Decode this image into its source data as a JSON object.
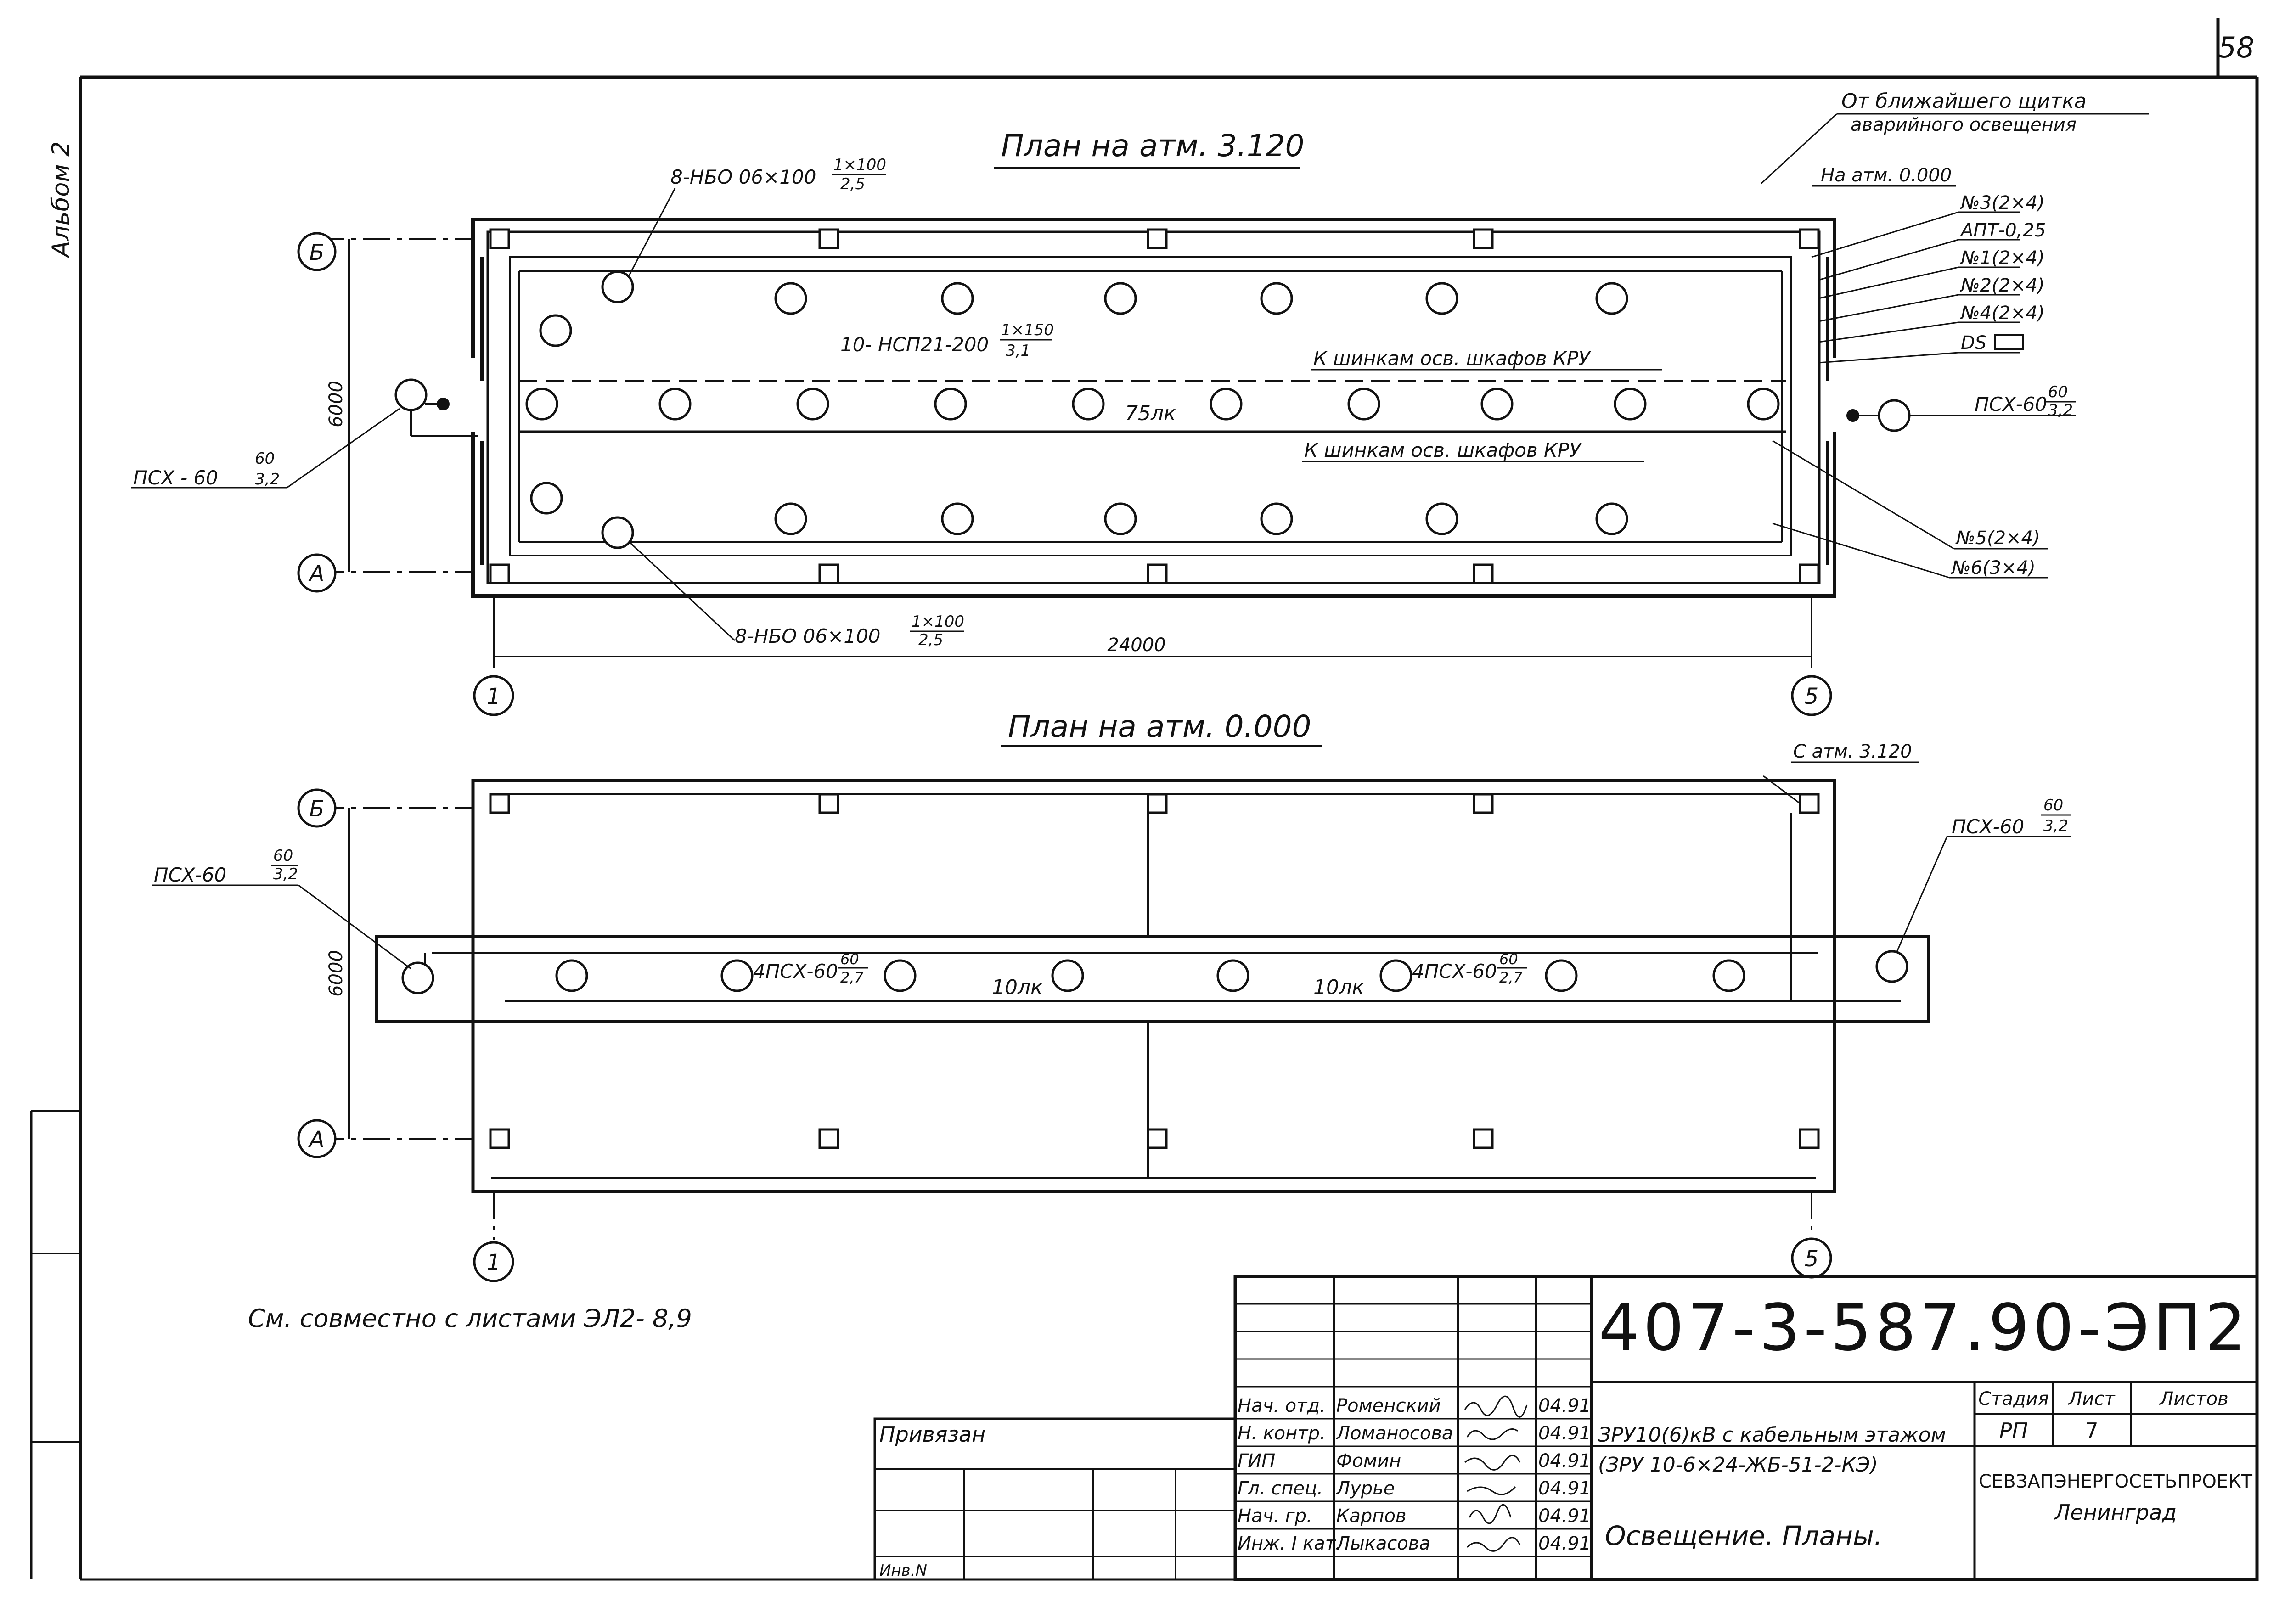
{
  "sheet": {
    "page_number": "58",
    "album_label": "Альбом 2",
    "note": "См. совместно с листами ЭЛ2- 8,9",
    "inv_label": "Инв.N",
    "privyazan": "Привязан"
  },
  "plan_top": {
    "title": "План на атм. 3.120",
    "axis_b": "Б",
    "axis_a": "А",
    "axis_1": "1",
    "axis_5": "5",
    "dim_width": "24000",
    "dim_height": "6000",
    "lamp_top": "8-НБО 06×100",
    "lamp_top_frac_num": "1×100",
    "lamp_top_frac_den": "2,5",
    "lamp_bottom": "8-НБО 06×100",
    "lamp_bottom_frac_num": "1×100",
    "lamp_bottom_frac_den": "2,5",
    "lamp_center": "10- НСП21-200",
    "lamp_center_frac_num": "1×150",
    "lamp_center_frac_den": "3,1",
    "lux": "75лк",
    "bus_upper": "К шинкам осв. шкафов КРУ",
    "bus_lower": "К шинкам осв. шкафов КРУ",
    "psx_left": "ПСХ - 60",
    "psx_left_num": "60",
    "psx_left_den": "3,2",
    "psx_right": "ПСХ-60",
    "psx_right_num": "60",
    "psx_right_den": "3,2",
    "emergency_1": "От ближайшего щитка",
    "emergency_2": "аварийного освещения",
    "level_mark": "На атм. 0.000",
    "legend": [
      "№3(2×4)",
      "АПТ-0,25",
      "№1(2×4)",
      "№2(2×4)",
      "№4(2×4)",
      "DS"
    ],
    "group_5": "№5(2×4)",
    "group_6": "№6(3×4)"
  },
  "plan_bottom": {
    "title": "План на атм. 0.000",
    "axis_b": "Б",
    "axis_a": "А",
    "axis_1": "1",
    "axis_5": "5",
    "dim_height": "6000",
    "from_level": "С атм. 3.120",
    "psx_left": "ПСХ-60",
    "psx_left_num": "60",
    "psx_left_den": "3,2",
    "psx_right": "ПСХ-60",
    "psx_right_num": "60",
    "psx_right_den": "3,2",
    "group_left": "4ПСХ-60",
    "group_left_num": "60",
    "group_left_den": "2,7",
    "group_right": "4ПСХ-60",
    "group_right_num": "60",
    "group_right_den": "2,7",
    "lux_left": "10лк",
    "lux_right": "10лк"
  },
  "title_block": {
    "code": "407-3-587.90-ЭП2",
    "project_line1": "ЗРУ10(6)кВ с кабельным этажом",
    "project_line2": "(ЗРУ 10-6×24-ЖБ-51-2-КЭ)",
    "drawing_name": "Освещение. Планы.",
    "col_stage": "Стадия",
    "col_sheet": "Лист",
    "col_sheets": "Листов",
    "stage": "РП",
    "sheet_no": "7",
    "org": "СЕВЗАПЭНЕРГОСЕТЬПРОЕКТ",
    "city": "Ленинград",
    "roles": [
      {
        "role": "Нач. отд.",
        "name": "Роменский",
        "date": "04.91"
      },
      {
        "role": "Н. контр.",
        "name": "Ломаносова",
        "date": "04.91"
      },
      {
        "role": "ГИП",
        "name": "Фомин",
        "date": "04.91"
      },
      {
        "role": "Гл. спец.",
        "name": "Лурье",
        "date": "04.91"
      },
      {
        "role": "Нач. гр.",
        "name": "Карпов",
        "date": "04.91"
      },
      {
        "role": "Инж. I кат.",
        "name": "Лыкасова",
        "date": "04.91"
      }
    ]
  },
  "colors": {
    "ink": "#111111",
    "paper": "#ffffff"
  }
}
